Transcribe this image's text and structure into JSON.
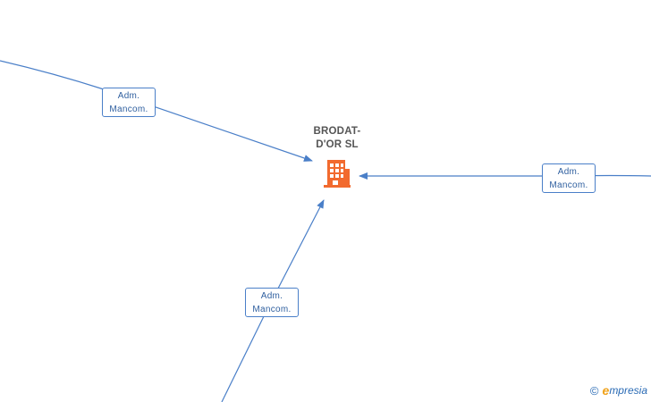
{
  "diagram": {
    "company": {
      "name_line1": "BRODAT-",
      "name_line2": "D'OR SL",
      "icon": "building-icon",
      "color": "#f26a2e"
    },
    "edges": [
      {
        "id": "top-left",
        "label_line1": "Adm.",
        "label_line2": "Mancom."
      },
      {
        "id": "right",
        "label_line1": "Adm.",
        "label_line2": "Mancom."
      },
      {
        "id": "bottom",
        "label_line1": "Adm.",
        "label_line2": "Mancom."
      }
    ],
    "edge_color": "#4a7fc8"
  },
  "watermark": {
    "copyright": "©",
    "brand_first": "e",
    "brand_rest": "mpresia"
  }
}
